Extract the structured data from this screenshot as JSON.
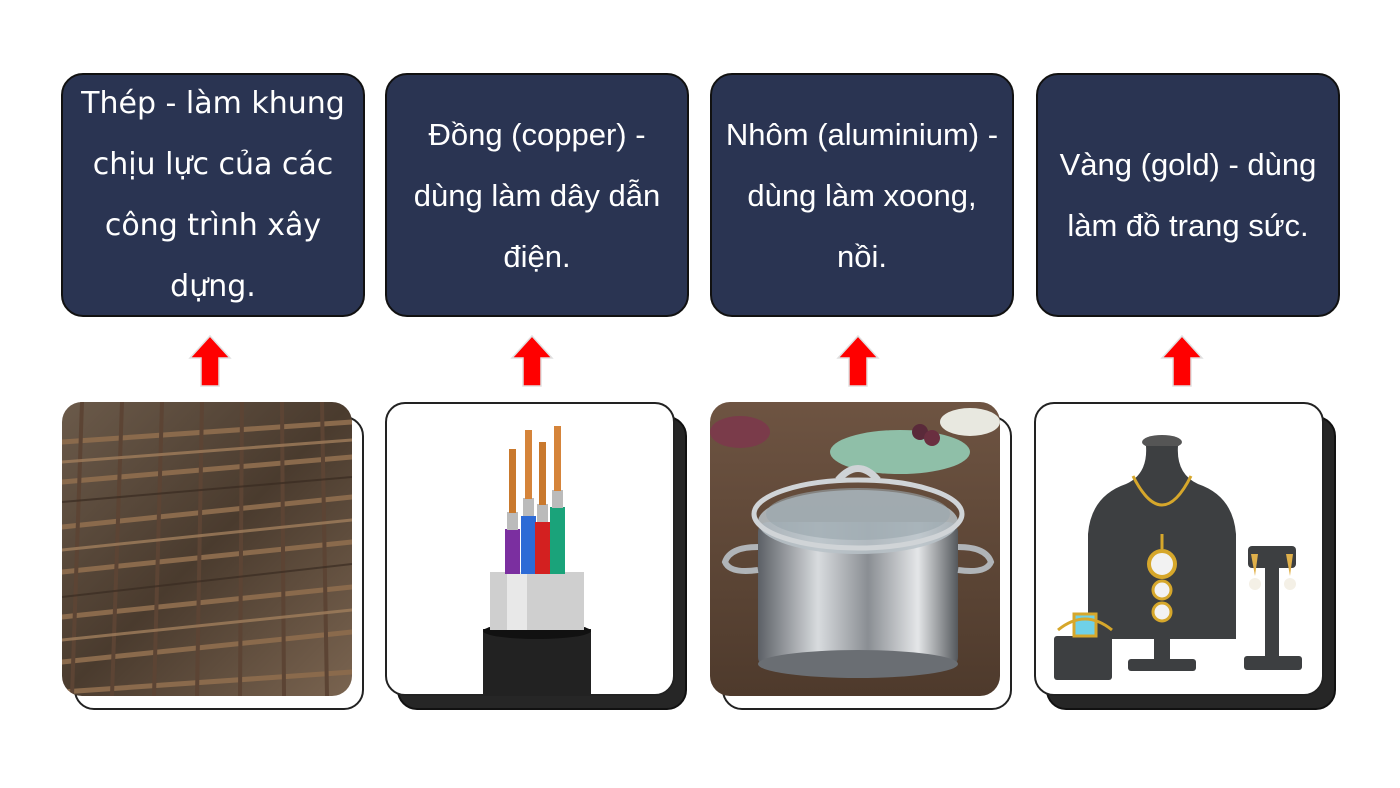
{
  "cards": [
    {
      "text": "Thép - làm khung chịu lực của các công trình xây dựng."
    },
    {
      "text": "Đồng (copper) - dùng làm dây dẫn điện."
    },
    {
      "text": "Nhôm (aluminium) - dùng làm xoong, nồi."
    },
    {
      "text": "Vàng (gold) - dùng làm đồ trang sức."
    }
  ],
  "images": [
    {
      "icon": "steel-rebar-cage-image"
    },
    {
      "icon": "copper-cable-image"
    },
    {
      "icon": "aluminium-pot-image"
    },
    {
      "icon": "gold-jewelry-image"
    }
  ],
  "colors": {
    "card": "#2a3452",
    "arrow": "#ff0000",
    "card_text": "#ffffff"
  }
}
